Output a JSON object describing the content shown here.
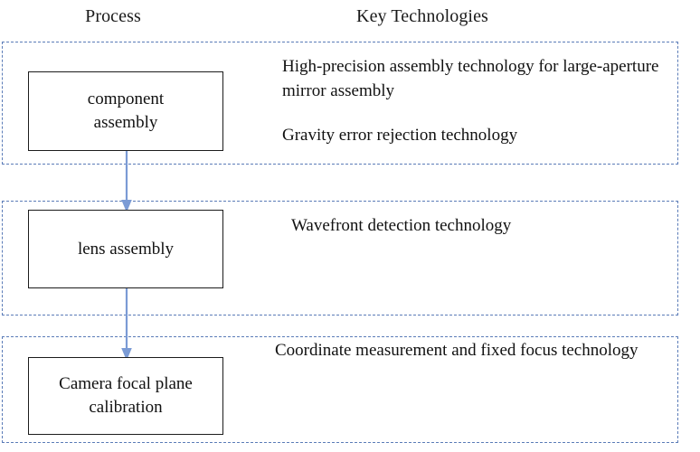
{
  "headers": {
    "process": "Process",
    "key_technologies": "Key Technologies"
  },
  "colors": {
    "band_border": "#5b7cb8",
    "box_border": "#1c1c1c",
    "arrow": "#7b9bd5",
    "text": "#111111",
    "background": "#ffffff"
  },
  "rows": [
    {
      "process_label": "component\nassembly",
      "technologies": [
        "High-precision assembly technology for large-aperture mirror assembly",
        "Gravity error rejection technology"
      ]
    },
    {
      "process_label": "lens assembly",
      "technologies": [
        "Wavefront detection technology"
      ]
    },
    {
      "process_label": "Camera focal plane calibration",
      "technologies": [
        "Coordinate measurement and fixed focus technology"
      ]
    }
  ],
  "connectors": [
    {
      "from": "component assembly",
      "to": "lens assembly",
      "direction": "down"
    },
    {
      "from": "lens assembly",
      "to": "Camera focal plane calibration",
      "direction": "down"
    }
  ]
}
